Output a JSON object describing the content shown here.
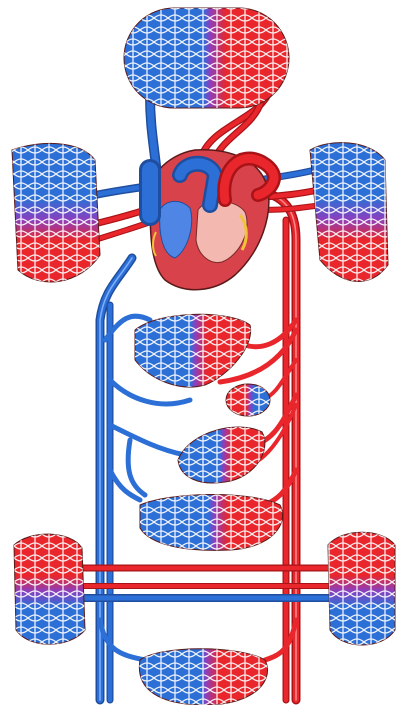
{
  "figure": {
    "labels": [],
    "colors": {
      "artery": "#e8262b",
      "artery_light": "#ff6a6e",
      "vein": "#2c6fd6",
      "vein_light": "#7fb0ff",
      "mixed": "#8a3fbf",
      "heart_muscle": "#d8424a",
      "heart_inner": "#f3b8b0",
      "outline": "#5a1a1a",
      "background": "#ffffff"
    },
    "capillary_beds": [
      {
        "name": "head-capillary-bed"
      },
      {
        "name": "left-arm-capillary-bed"
      },
      {
        "name": "right-arm-capillary-bed"
      },
      {
        "name": "lung-capillary-bed"
      },
      {
        "name": "stomach-capillary-bed"
      },
      {
        "name": "spleen-capillary-bed"
      },
      {
        "name": "kidney-capillary-bed"
      },
      {
        "name": "intestine-capillary-bed"
      },
      {
        "name": "left-leg-capillary-bed"
      },
      {
        "name": "right-leg-capillary-bed"
      },
      {
        "name": "lower-body-capillary-bed"
      }
    ]
  }
}
